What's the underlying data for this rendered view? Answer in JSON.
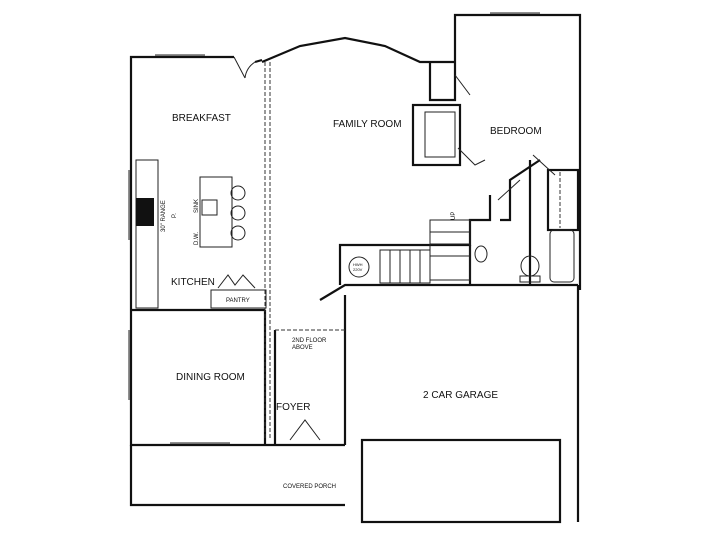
{
  "rooms": {
    "breakfast": "BREAKFAST",
    "family_room": "FAMILY ROOM",
    "bedroom": "BEDROOM",
    "kitchen": "KITCHEN",
    "pantry": "PANTRY",
    "dining_room": "DINING ROOM",
    "foyer": "FOYER",
    "garage": "2 CAR GARAGE",
    "covered_porch": "COVERED PORCH"
  },
  "annotations": {
    "range": "30\" RANGE",
    "pantry_p": "P.",
    "second_floor_1": "2ND FLOOR",
    "second_floor_2": "ABOVE",
    "up": "UP",
    "water_heater_1": "HWH",
    "water_heater_2": "220V",
    "sink": "SINK",
    "dw": "D.W."
  }
}
